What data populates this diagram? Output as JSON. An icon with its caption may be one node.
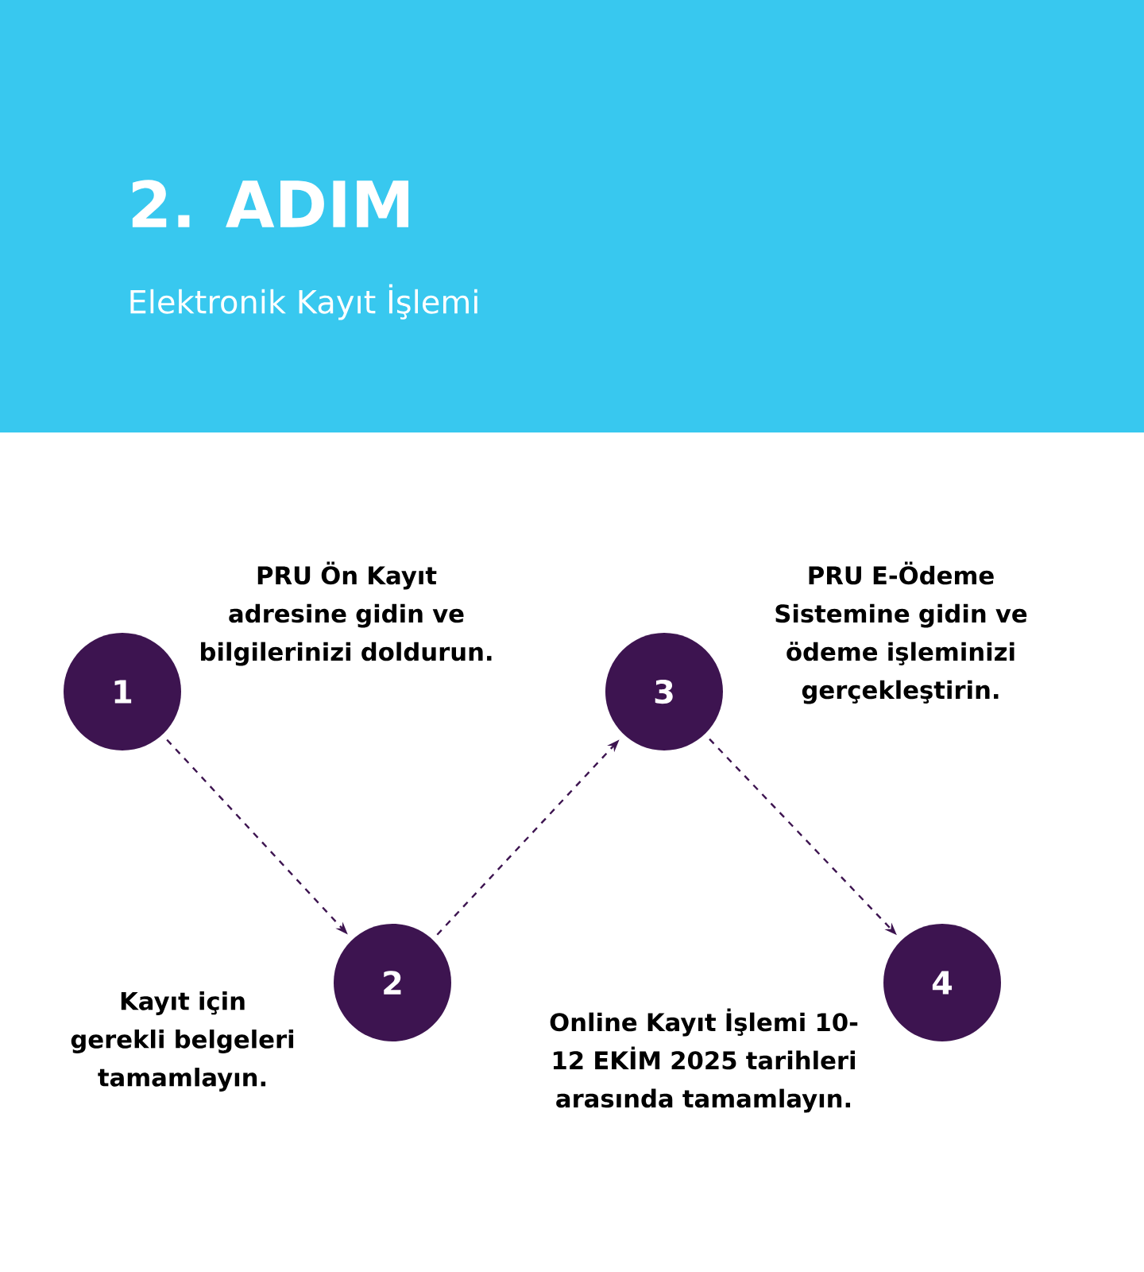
{
  "diagram": {
    "title": "2. ADIM",
    "nodes": [
      {
        "text": [
          "1"
        ],
        "beside": [
          "PRU Ön Kayıt adresine gidin ve bilgilerinizi doldurun."
        ]
      },
      {
        "text": [
          "2"
        ],
        "beside": [
          "Kayıt için gerekli belgeleri tamamlayın."
        ]
      },
      {
        "text": [
          "3"
        ],
        "beside": [
          "PRU E-Ödeme Sistemine gidin ve ödeme işleminizi gerçekleştirin."
        ]
      },
      {
        "text": [
          "4"
        ],
        "beside": [
          "Online Kayıt İşlemi 10- 12 EKİM 2025 tarihleri arasında tamamlayın."
        ]
      }
    ],
    "edges": [
      {
        "from": 0,
        "to": 1,
        "arrow": "to",
        "style": "dashed"
      },
      {
        "from": 1,
        "to": 2,
        "arrow": "to",
        "style": "dashed"
      },
      {
        "from": 2,
        "to": 3,
        "arrow": "to",
        "style": "dashed"
      }
    ],
    "labels": [
      "Elektronik Kayıt İşlemi"
    ]
  }
}
